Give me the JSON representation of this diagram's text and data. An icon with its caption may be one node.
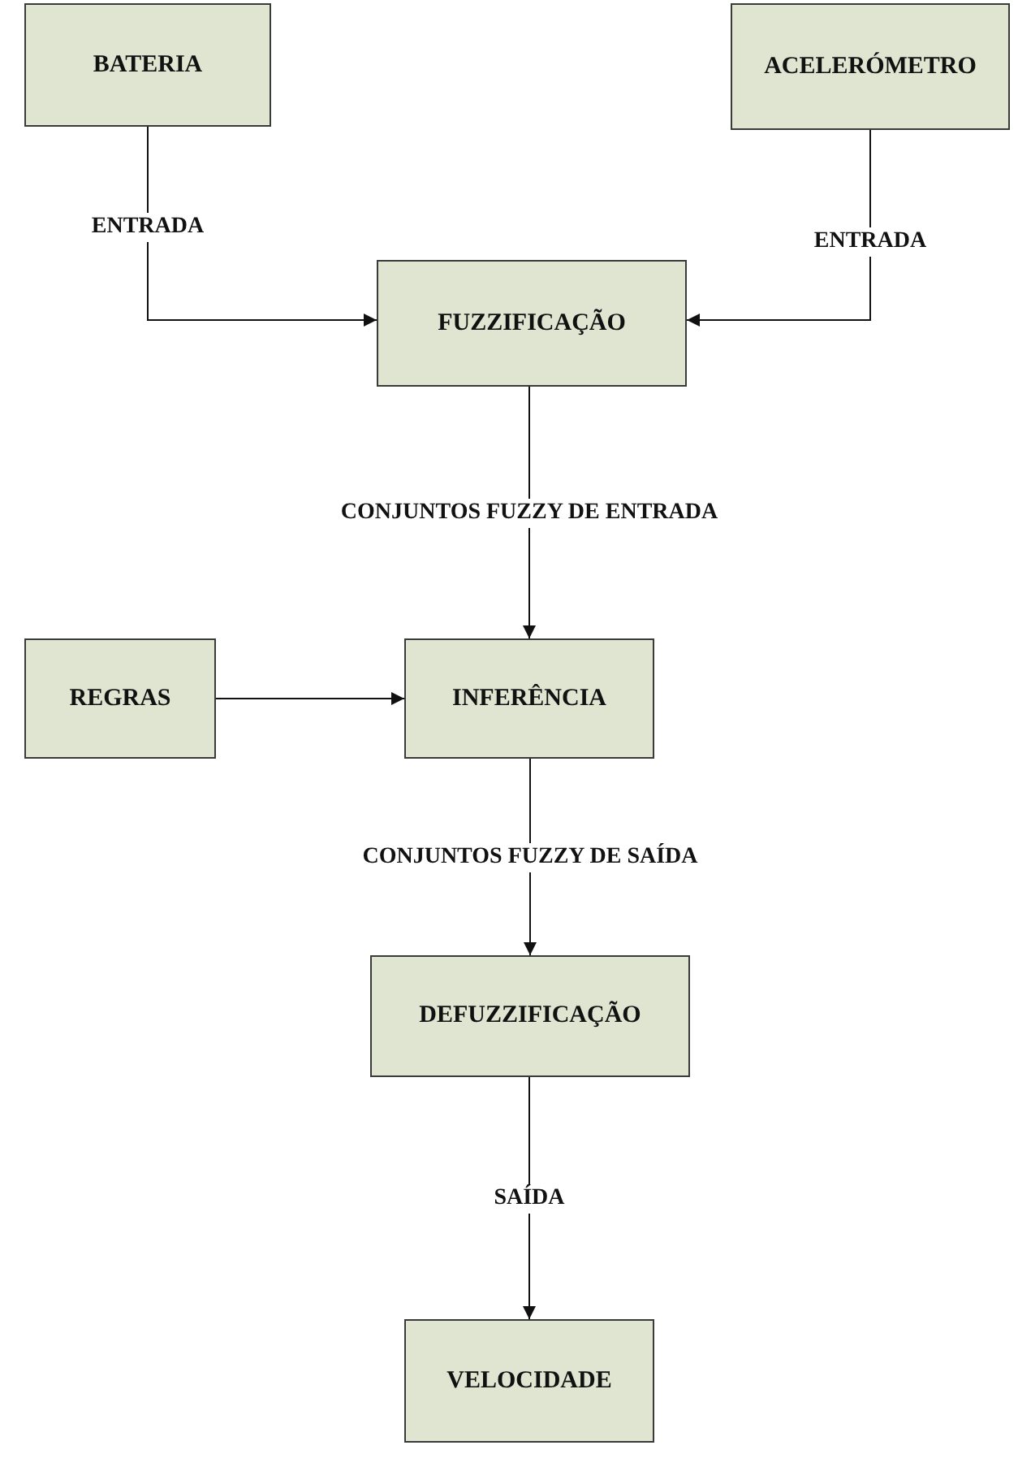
{
  "diagram": {
    "nodes": [
      {
        "text": [
          "BATERIA"
        ]
      },
      {
        "text": [
          "ACELERÓMETRO"
        ]
      },
      {
        "text": [
          "FUZZIFICAÇÃO"
        ]
      },
      {
        "text": [
          "REGRAS"
        ]
      },
      {
        "text": [
          "INFERÊNCIA"
        ]
      },
      {
        "text": [
          "DEFUZZIFICAÇÃO"
        ]
      },
      {
        "text": [
          "VELOCIDADE"
        ]
      }
    ],
    "edges": [
      {
        "from": 0,
        "to": 2,
        "arrow": "to",
        "label": "ENTRADA"
      },
      {
        "from": 1,
        "to": 2,
        "arrow": "to",
        "label": "ENTRADA"
      },
      {
        "from": 2,
        "to": 4,
        "arrow": "to",
        "label": "CONJUNTOS FUZZY DE ENTRADA"
      },
      {
        "from": 3,
        "to": 4,
        "arrow": "to"
      },
      {
        "from": 4,
        "to": 5,
        "arrow": "to",
        "label": "CONJUNTOS FUZZY DE SAÍDA"
      },
      {
        "from": 5,
        "to": 6,
        "arrow": "to",
        "label": "SAÍDA"
      }
    ]
  }
}
